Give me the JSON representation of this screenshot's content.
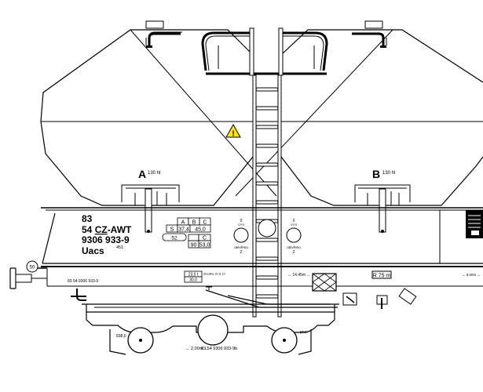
{
  "compartments": [
    {
      "letter": "A",
      "capacity": "130 hl"
    },
    {
      "letter": "B",
      "capacity": "130 hl"
    }
  ],
  "marking": {
    "line1": "83",
    "line2_prefix": "54 ",
    "line2_country": "CZ",
    "line2_suffix": "-AWT",
    "line3": "9306 933-9",
    "line4": "Uacs",
    "line4_sup": "451"
  },
  "load_table": {
    "headers": [
      "A",
      "B",
      "C"
    ],
    "row_label": "S",
    "row_values": [
      "37,4",
      "45,0"
    ],
    "speed_code": "52",
    "bottom_values": [
      "90",
      "53,0"
    ],
    "bottom_header_c": "C"
  },
  "valves": [
    {
      "top": "0",
      "sub": "VÝS",
      "bottom1": "otevřeno",
      "bottom2": "Z"
    },
    {
      "top": "0",
      "sub": "VÝS",
      "bottom1": "otevřeno",
      "bottom2": "Z"
    }
  ],
  "buffer_number": "50",
  "frame_number": "83 54 9306 933-9",
  "tare_box": [
    "23,5 t",
    "30,0"
  ],
  "tare_note": "Zkouška 15.11.10",
  "length_label": "↔ 14,45m ↔",
  "radius_label": "R 75 m",
  "brake_label": "↔ 8,00m ↔",
  "axle_spacing": "↔ 2,00m ↔",
  "bottom_number": "83 54 9306 933-9b",
  "left_wheel_label": "838,0",
  "right_wheel_label": "pnei",
  "colors": {
    "warning": "#ffe600",
    "line": "#000000"
  }
}
